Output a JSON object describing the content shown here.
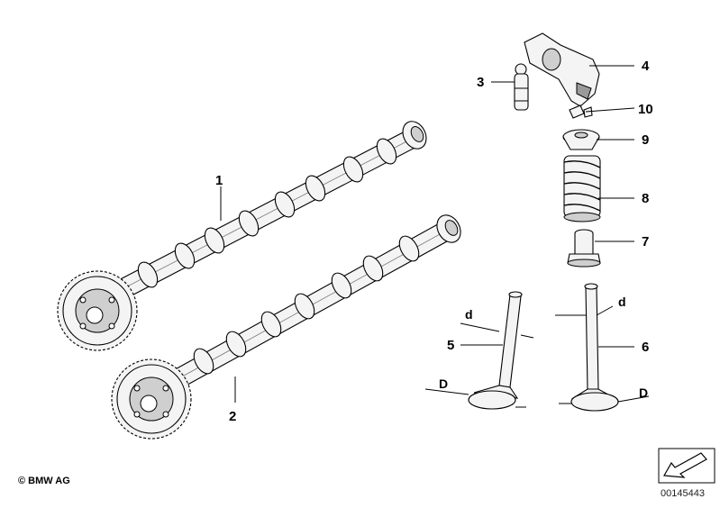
{
  "diagram": {
    "callouts": [
      {
        "id": "1",
        "label": "1"
      },
      {
        "id": "2",
        "label": "2"
      },
      {
        "id": "3",
        "label": "3"
      },
      {
        "id": "4",
        "label": "4"
      },
      {
        "id": "5",
        "label": "5"
      },
      {
        "id": "6",
        "label": "6"
      },
      {
        "id": "7",
        "label": "7"
      },
      {
        "id": "8",
        "label": "8"
      },
      {
        "id": "9",
        "label": "9"
      },
      {
        "id": "10",
        "label": "10"
      }
    ],
    "dimensions": {
      "stem_left": "d",
      "stem_right": "d",
      "head_left": "D",
      "head_right": "D"
    }
  },
  "footer": {
    "copyright": "© BMW AG",
    "image_id": "00145443"
  },
  "icons": {
    "corner_logo": "arrow-stamp-icon"
  }
}
